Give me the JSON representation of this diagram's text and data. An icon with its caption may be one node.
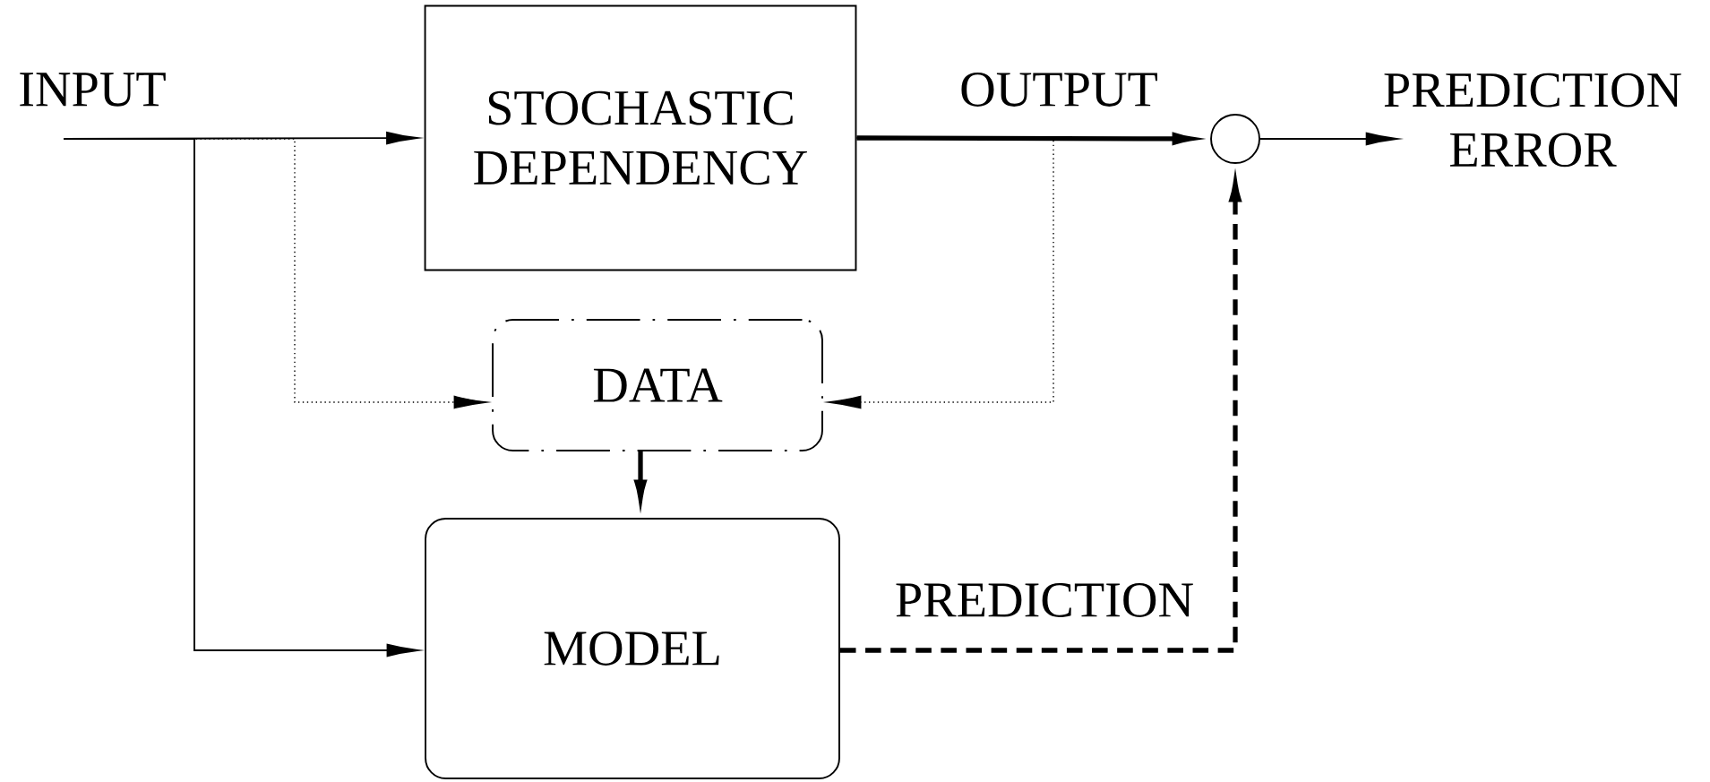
{
  "diagram": {
    "nodes": [
      {
        "text": [
          "INPUT"
        ]
      },
      {
        "text": [
          "STOCHASTIC DEPENDENCY"
        ]
      },
      {
        "text": [],
        "shape": "circle"
      },
      {
        "text": [
          "PREDICTION ERROR"
        ]
      },
      {
        "text": [
          "DATA"
        ]
      },
      {
        "text": [
          "MODEL"
        ]
      }
    ],
    "edges": [
      {
        "from": 0,
        "to": 1,
        "arrow": "to"
      },
      {
        "from": 0,
        "to": 5,
        "arrow": "to"
      },
      {
        "from": 0,
        "to": 4,
        "arrow": "to",
        "style": "dashed"
      },
      {
        "from": 1,
        "to": 2,
        "arrow": "to",
        "style": "thick",
        "label": "OUTPUT"
      },
      {
        "from": 1,
        "to": 4,
        "arrow": "to",
        "style": "dashed"
      },
      {
        "from": 4,
        "to": 5,
        "arrow": "to",
        "style": "thick"
      },
      {
        "from": 5,
        "to": 2,
        "arrow": "to",
        "style": "dashed",
        "label": "PREDICTION"
      },
      {
        "from": 2,
        "to": 3,
        "arrow": "to"
      }
    ]
  }
}
